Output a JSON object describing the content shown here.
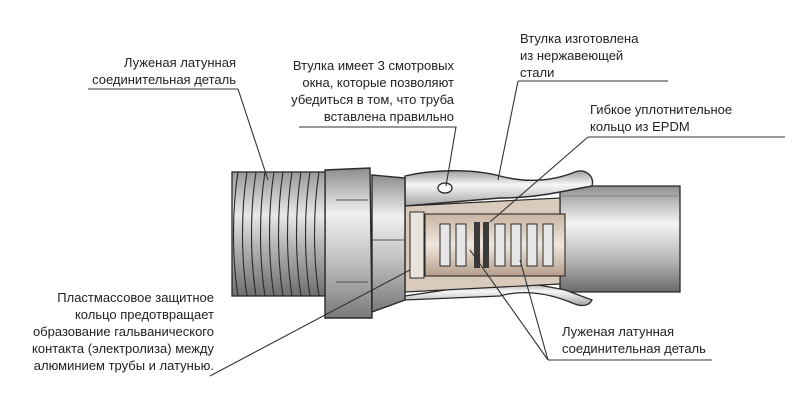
{
  "labels": {
    "brass_connector_top": [
      "Луженая латунная",
      "соединительная деталь"
    ],
    "sleeve_windows": [
      "Втулка имеет 3 смотровых",
      "окна, которые позволяют",
      "убедиться в том, что труба",
      "вставлена правильно"
    ],
    "sleeve_material": [
      "Втулка изготовлена",
      "из нержавеющей",
      "стали"
    ],
    "epdm_ring": [
      "Гибкое уплотнительное",
      "кольцо из EPDM"
    ],
    "plastic_ring": [
      "Пластмассовое защитное",
      "кольцо предотвращает",
      "образование гальванического",
      "контакта (электролиза) между",
      "алюминием трубы и латунью."
    ],
    "brass_connector_bottom": [
      "Луженая латунная",
      "соединительная деталь"
    ]
  },
  "colors": {
    "metal_light": "#f2f2f2",
    "metal_mid": "#c9c9c9",
    "metal_dark": "#8a8a8a",
    "pipe_inner": "#d8c8b8",
    "outline": "#2a2a2a",
    "leader": "#333333"
  }
}
